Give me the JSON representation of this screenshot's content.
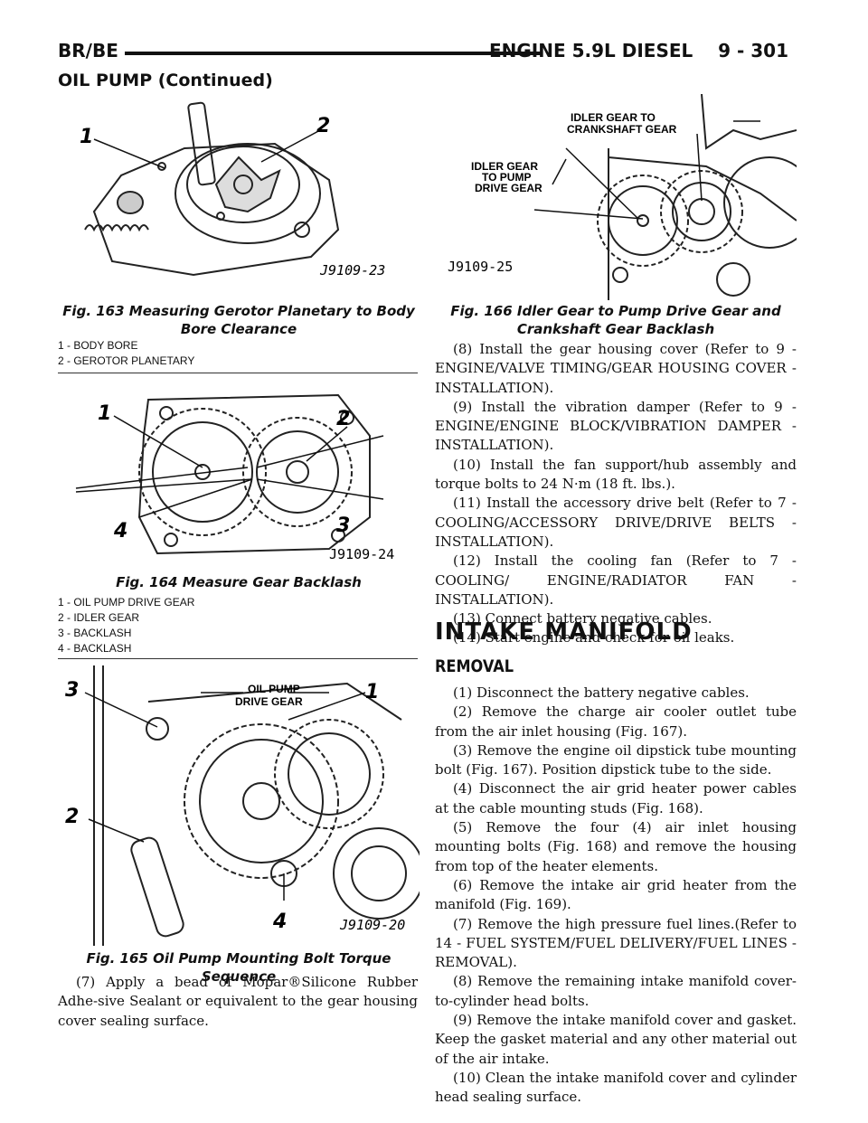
{
  "header": {
    "left": "BR/BE",
    "right": "ENGINE 5.9L DIESEL    9 - 301",
    "continued": "OIL PUMP (Continued)"
  },
  "fig163": {
    "caption": "Fig. 163 Measuring Gerotor Planetary to Body Bore Clearance",
    "code": "J9109-23",
    "callouts": [
      "1",
      "2"
    ],
    "legend": [
      "1 - BODY BORE",
      "2 - GEROTOR PLANETARY"
    ]
  },
  "fig164": {
    "caption": "Fig. 164 Measure Gear Backlash",
    "code": "J9109-24",
    "callouts": [
      "1",
      "2",
      "3",
      "4"
    ],
    "legend": [
      "1 - OIL PUMP DRIVE GEAR",
      "2 - IDLER GEAR",
      "3 - BACKLASH",
      "4 - BACKLASH"
    ]
  },
  "fig165": {
    "caption": "Fig. 165 Oil Pump Mounting Bolt Torque Sequence",
    "code": "J9109-20",
    "label": [
      "OIL PUMP",
      "DRIVE GEAR"
    ],
    "callouts": [
      "3",
      "1",
      "2",
      "4"
    ]
  },
  "fig166": {
    "caption": "Fig. 166 Idler Gear to Pump Drive Gear and Crankshaft Gear Backlash",
    "code": "J9109-25",
    "label_top": [
      "IDLER GEAR TO",
      "CRANKSHAFT GEAR"
    ],
    "label_left": [
      "IDLER GEAR",
      "TO PUMP",
      "DRIVE GEAR"
    ]
  },
  "left_text": {
    "step7": "(7) Apply a bead of Mopar®Silicone Rubber Adhe-sive Sealant or equivalent to the gear housing cover sealing surface."
  },
  "right_steps": [
    "(8) Install the gear housing cover (Refer to 9 - ENGINE/VALVE TIMING/GEAR HOUSING COVER - INSTALLATION).",
    "(9) Install the vibration damper (Refer to 9 - ENGINE/ENGINE BLOCK/VIBRATION DAMPER - INSTALLATION).",
    "(10) Install the fan support/hub assembly and torque bolts to 24 N·m (18 ft. lbs.).",
    "(11) Install the accessory drive belt (Refer to 7 - COOLING/ACCESSORY DRIVE/DRIVE BELTS - INSTALLATION).",
    "(12) Install the cooling fan (Refer to 7 - COOLING/ ENGINE/RADIATOR FAN - INSTALLATION).",
    "(13) Connect battery negative cables.",
    "(14) Start engine and check for oil leaks."
  ],
  "section": {
    "title": "INTAKE MANIFOLD",
    "subtitle": "REMOVAL"
  },
  "removal_steps": [
    "(1) Disconnect the battery negative cables.",
    "(2) Remove the charge air cooler outlet tube from the air inlet housing (Fig. 167).",
    "(3) Remove the engine oil dipstick tube mounting bolt (Fig. 167). Position dipstick tube to the side.",
    "(4) Disconnect the air grid heater power cables at the cable mounting studs (Fig. 168).",
    "(5) Remove the four (4) air inlet housing mounting bolts (Fig. 168) and remove the housing from top of the heater elements.",
    "(6) Remove the intake air grid heater from the manifold (Fig. 169).",
    "(7) Remove the high pressure fuel lines.(Refer to 14 - FUEL SYSTEM/FUEL DELIVERY/FUEL LINES - REMOVAL).",
    "(8) Remove the remaining intake manifold cover-to-cylinder head bolts.",
    "(9) Remove the intake manifold cover and gasket. Keep the gasket material and any other material out of the air intake.",
    "(10) Clean the intake manifold cover and cylinder head sealing surface."
  ]
}
